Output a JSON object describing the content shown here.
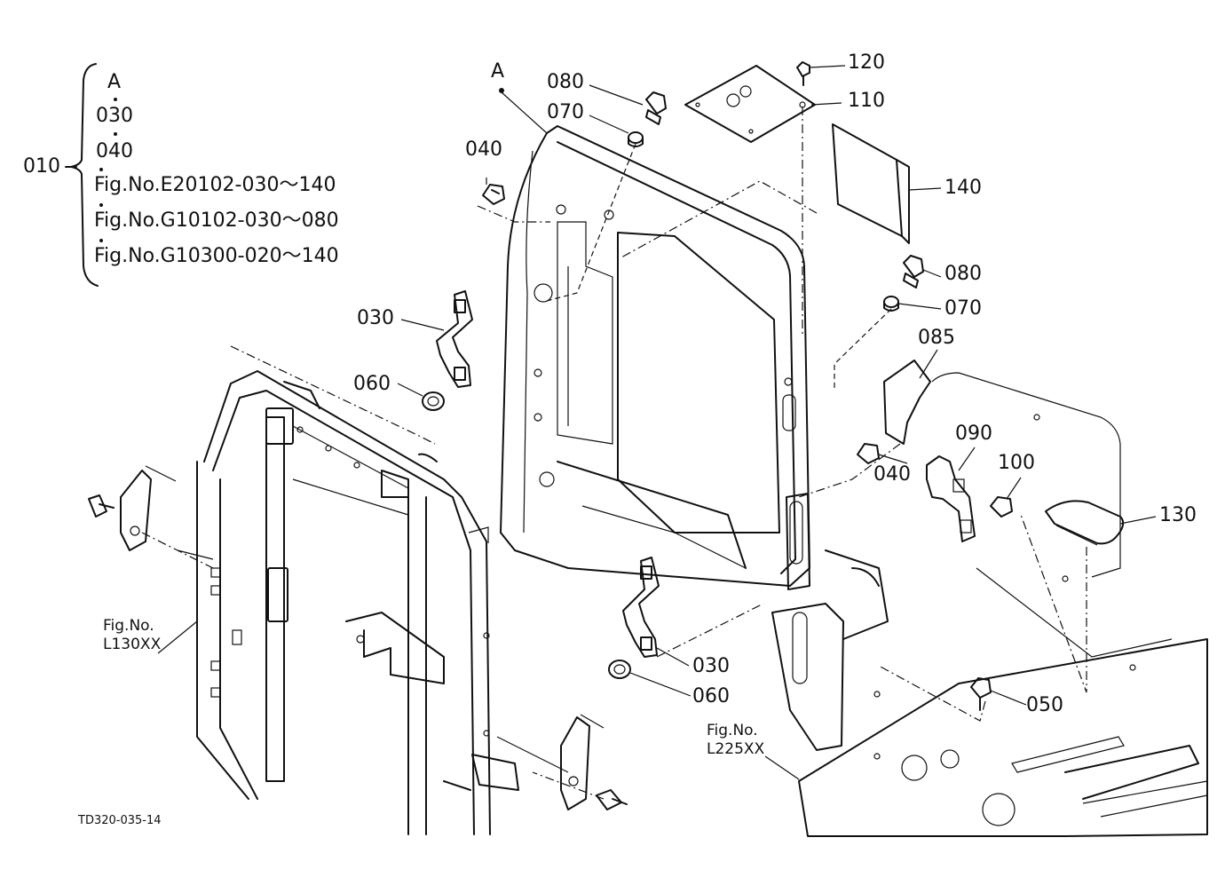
{
  "diagram": {
    "assembly_label": "010",
    "assembly_items": [
      "A",
      "030",
      "040",
      "Fig.No.E20102-030～140",
      "Fig.No.G10102-030～080",
      "Fig.No.G10300-020～140"
    ],
    "view_marker": "A",
    "callouts": {
      "c080_top": "080",
      "c070_top": "070",
      "c120": "120",
      "c110": "110",
      "c140": "140",
      "c040_left": "040",
      "c080_right": "080",
      "c070_right": "070",
      "c085": "085",
      "c030_left": "030",
      "c060_left": "060",
      "c090": "090",
      "c100": "100",
      "c130": "130",
      "c040_mid": "040",
      "c030_bottom": "030",
      "c060_bottom": "060",
      "c050": "050"
    },
    "ref_left": {
      "line1": "Fig.No.",
      "line2": "L130XX"
    },
    "ref_bottom": {
      "line1": "Fig.No.",
      "line2": "L225XX"
    },
    "drawing_number": "TD320-035-14"
  }
}
